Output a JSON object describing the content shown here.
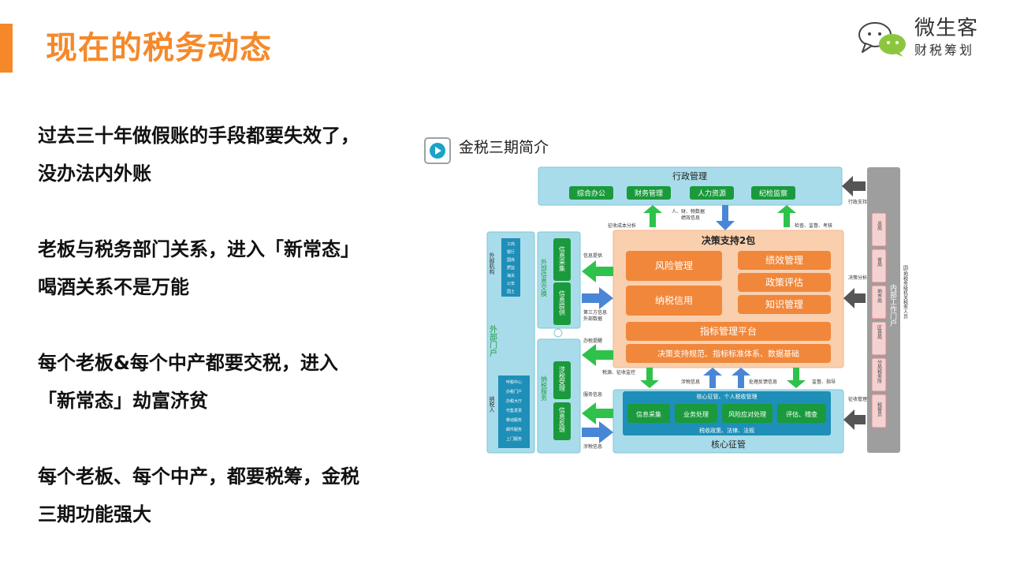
{
  "slide": {
    "title": "现在的税务动态"
  },
  "logo": {
    "name": "微生客",
    "subtitle": "财税筹划"
  },
  "bullets": [
    {
      "line1": "过去三十年做假账的手段都要失效了，",
      "line2": "没办法内外账"
    },
    {
      "line1": "老板与税务部门关系，进入「新常态」",
      "line2": "喝酒关系不是万能"
    },
    {
      "line1": "每个老板&每个中产都要交税，进入",
      "line2": "「新常态」劫富济贫"
    },
    {
      "line1": "每个老板、每个中产，都要税筹，金税",
      "line2": "三期功能强大"
    }
  ],
  "diagram": {
    "card_title": "金税三期简介",
    "admin": {
      "title": "行政管理",
      "items": [
        "综合办公",
        "财务管理",
        "人力资源",
        "纪检监察"
      ]
    },
    "decision": {
      "title": "决策支持2包",
      "risk": "风险管理",
      "credit": "纳税信用",
      "performance": "绩效管理",
      "policy": "政策评估",
      "knowledge": "知识管理",
      "indicator": "指标管理平台",
      "norms": "决策支持规范、指标标准体系、数据基础"
    },
    "core": {
      "title": "核心征管",
      "top_label": "核心征管、个人税收管理",
      "bottom_label": "税收政策、法律、法规",
      "items": [
        "信息采集",
        "业务处理",
        "风险应对处理",
        "评估、稽查"
      ]
    },
    "exchange": {
      "title": "外部信息交换",
      "collect": "信息采集",
      "provide": "信息提供"
    },
    "service": {
      "title": "纳税服务",
      "accept": "涉税受理",
      "feedback": "信息反馈"
    },
    "portal": {
      "title": "外部门户",
      "org_label": "外部机构",
      "taxpayer_label": "纳税人",
      "org_items": [
        "工商",
        "银行",
        "国库",
        "质监",
        "海关",
        "公安",
        "国土"
      ],
      "taxpayer_items": [
        "呼税中心",
        "办税门户",
        "办税大厅",
        "代售发票",
        "移动服务",
        "邮件服务",
        "上门服务"
      ]
    },
    "internal": {
      "title": "内部工作门户",
      "bureaus": [
        "总局",
        "省局",
        "地市局",
        "区县局",
        "分局税务所",
        "税管员"
      ],
      "side_label": "国/地税务级机关税务人员"
    },
    "flow_labels": {
      "admin_data": "人、财、物数据",
      "perf_info": "绩效信息",
      "cost_analysis": "征收成本分析",
      "supervise": "检查、监督、考核",
      "admin_support": "行政支持",
      "info_provide": "信息提供",
      "third_party": "第三方信息",
      "external_data": "外部数据",
      "service_remind": "办税提醒",
      "tax_monitor": "税源、征收监控",
      "tax_info": "涉税信息",
      "feedback_info": "处理反馈信息",
      "guidance": "监督、指导",
      "service_info": "服务信息",
      "tax_info2": "涉税信息",
      "decision_analysis": "决策分析",
      "collection_mgmt": "征收管理"
    }
  }
}
